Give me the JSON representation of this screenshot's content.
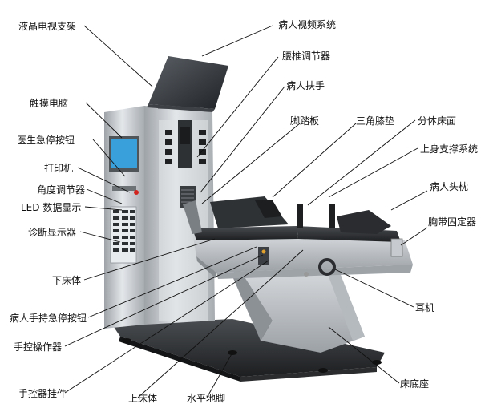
{
  "labels": {
    "lcd_mount": "液晶电视支架",
    "touch_pc": "触摸电脑",
    "doctor_stop": "医生急停按钮",
    "printer": "打印机",
    "angle_adjuster": "角度调节器",
    "led_display": "LED 数据显示",
    "diag_display": "诊断显示器",
    "lower_bed": "下床体",
    "patient_stop": "病人手持急停按钮",
    "hand_controller": "手控操作器",
    "controller_hook": "手控器挂件",
    "upper_bed": "上床体",
    "leveling_foot": "水平地脚",
    "bed_base": "床底座",
    "earphone": "耳机",
    "chest_belt": "胸带固定器",
    "head_pillow": "病人头枕",
    "upper_support": "上身支撑系统",
    "split_bed": "分体床面",
    "triangle_pad": "三角膝垫",
    "pedal": "脚踏板",
    "handrail": "病人扶手",
    "lumbar_adjuster": "腰椎调节器",
    "video_system": "病人视频系统"
  },
  "colors": {
    "frame_silver": "#c9cdd1",
    "frame_dark": "#3a3d40",
    "screen_blue": "#3aa0dc",
    "cushion": "#2b2d30",
    "base_dark": "#1f2123"
  }
}
